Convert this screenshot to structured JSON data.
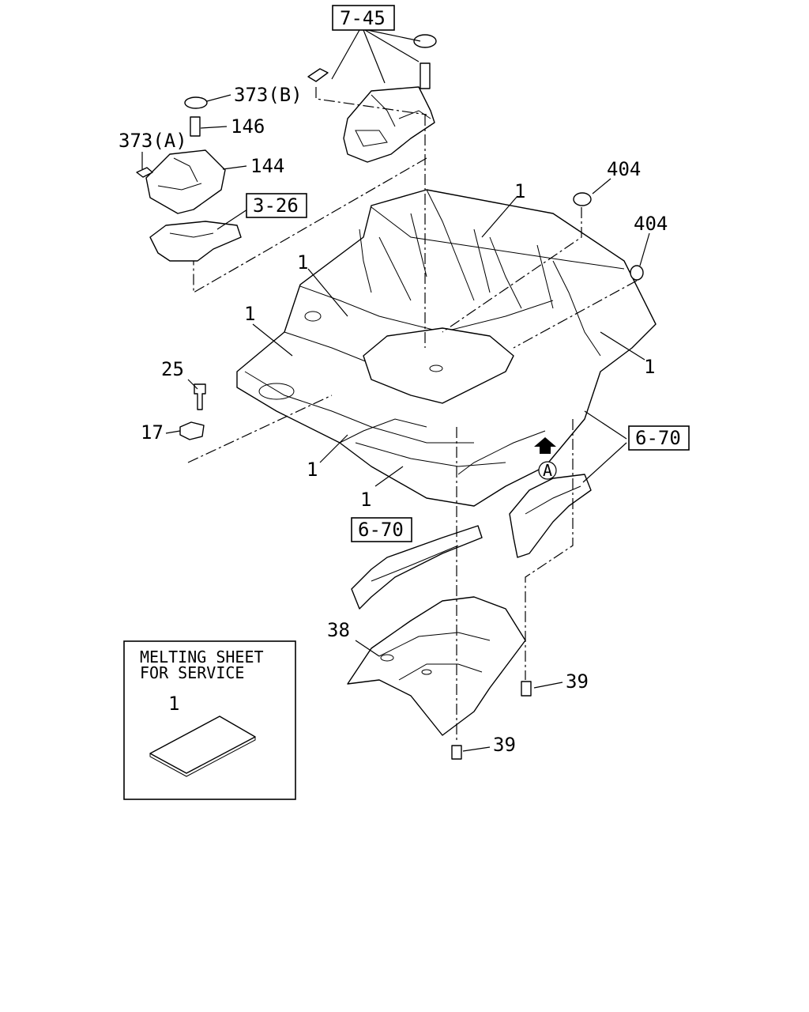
{
  "diagram": {
    "ref_labels": {
      "console_ref": "7-45",
      "shifter_ref": "3-26",
      "rail_ref_right": "6-70",
      "rail_ref_left": "6-70"
    },
    "part_labels": {
      "cap_b": "373(B)",
      "bolt_146": "146",
      "cap_a": "373(A)",
      "cover_144": "144",
      "plug_404_top": "404",
      "plug_404_side": "404",
      "sheet_1_rear": "1",
      "sheet_1_tunnel": "1",
      "sheet_1_left": "1",
      "sheet_1_right": "1",
      "sheet_1_front_left": "1",
      "sheet_1_front": "1",
      "bolt_25": "25",
      "bracket_17": "17",
      "view_marker": "A",
      "panel_38": "38",
      "clip_39_right": "39",
      "clip_39_bottom": "39"
    },
    "inset": {
      "title_line1": "MELTING SHEET",
      "title_line2": "FOR SERVICE",
      "part_label": "1"
    }
  }
}
